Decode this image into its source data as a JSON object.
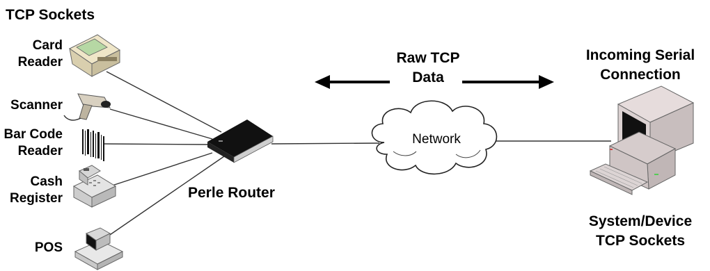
{
  "title": "TCP Sockets",
  "devices": [
    {
      "id": "card-reader",
      "line1": "Card",
      "line2": "Reader"
    },
    {
      "id": "scanner",
      "line1": "Scanner",
      "line2": ""
    },
    {
      "id": "bar-code-reader",
      "line1": "Bar Code",
      "line2": "Reader"
    },
    {
      "id": "cash-register",
      "line1": "Cash",
      "line2": "Register"
    },
    {
      "id": "pos",
      "line1": "POS",
      "line2": ""
    }
  ],
  "router_label": "Perle Router",
  "data_flow": {
    "line1": "Raw TCP",
    "line2": "Data"
  },
  "network_label": "Network",
  "incoming": {
    "line1": "Incoming Serial",
    "line2": "Connection"
  },
  "system": {
    "line1": "System/Device",
    "line2": "TCP Sockets"
  },
  "colors": {
    "text": "#000000",
    "router": "#111111",
    "device_beige": "#efe6c8",
    "device_grey": "#cfcfcf"
  }
}
